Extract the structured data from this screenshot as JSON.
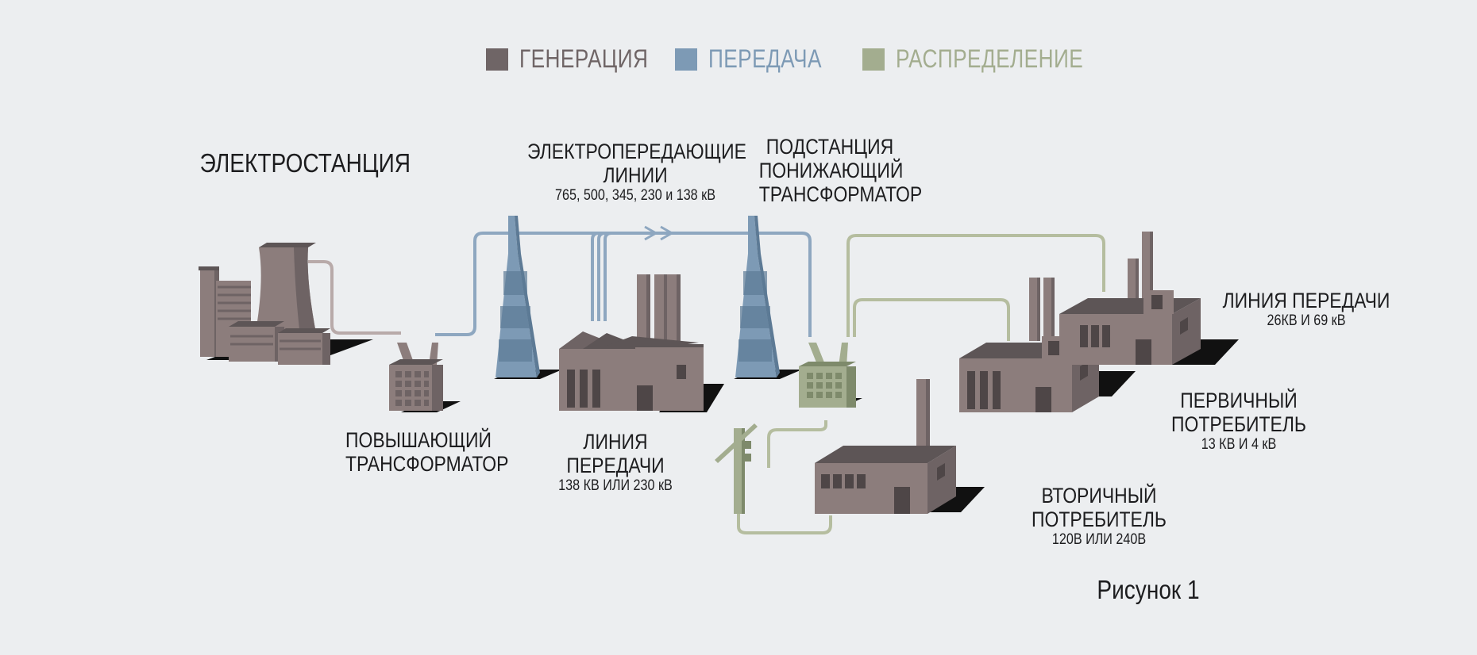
{
  "legend": {
    "generation": {
      "label": "ГЕНЕРАЦИЯ",
      "color": "#6f6566"
    },
    "transmission": {
      "label": "ПЕРЕДАЧА",
      "color": "#7d9ab5"
    },
    "distribution": {
      "label": "РАСПРЕДЕЛЕНИЕ",
      "color": "#a3ad8f"
    }
  },
  "labels": {
    "power_plant": "ЭЛЕКТРОСТАНЦИЯ",
    "step_up_transformer": [
      "ПОВЫШАЮЩИЙ",
      "ТРАНСФОРМАТОР"
    ],
    "transmission_lines": {
      "title": [
        "ЭЛЕКТРОПЕРЕДАЮЩИЕ",
        "ЛИНИИ"
      ],
      "voltages": "765, 500, 345, 230 и 138 кВ"
    },
    "substation": [
      "ПОДСТАНЦИЯ",
      "ПОНИЖАЮЩИЙ",
      "ТРАНСФОРМАТОР"
    ],
    "sub_transmission": {
      "title": "ЛИНИЯ ПЕРЕДАЧИ",
      "voltages": "138 КВ ИЛИ 230 кВ"
    },
    "primary_line": {
      "title": "ЛИНИЯ ПЕРЕДАЧИ",
      "voltages": "26КВ И 69 кВ"
    },
    "primary_customer": {
      "title": "ПЕРВИЧНЫЙ ПОТРЕБИТЕЛЬ",
      "voltages": "13 КВ И 4 кВ"
    },
    "secondary_customer": {
      "title": "ВТОРИЧНЫЙ ПОТРЕБИТЕЛЬ",
      "voltages": "120В ИЛИ 240В"
    },
    "figure_caption": "Рисунок 1"
  },
  "colors": {
    "building_front": "#8c7d7c",
    "building_side": "#6e6364",
    "building_roof": "#5d5556",
    "window": "#4e4647",
    "shadow": "#111111",
    "tower_front": "#7d9ab5",
    "tower_side": "#5d7a95",
    "pole": "#a3ad8f",
    "pole_dark": "#7e8a6b",
    "wire_generation": "#b8aaa9",
    "wire_transmission": "#8ea7c0",
    "wire_distribution": "#b5bd9f"
  }
}
